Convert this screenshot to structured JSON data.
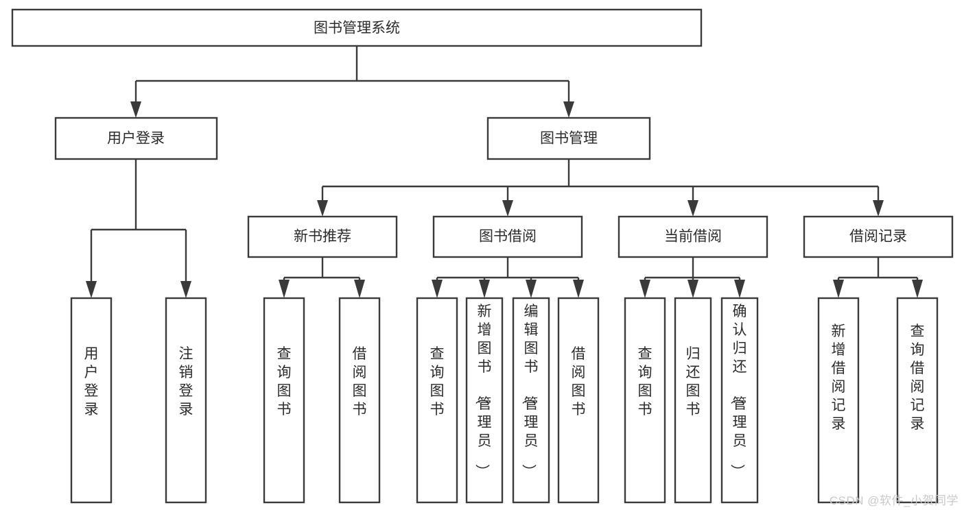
{
  "diagram": {
    "type": "tree-hierarchy-chart",
    "title": "图书管理系统",
    "watermark": "CSDN @软件_小贺同学",
    "colors": {
      "stroke": "#3a3a3a",
      "fill": "#ffffff",
      "text": "#2b2b2b",
      "watermark": "#c9c9c9",
      "background": "#ffffff"
    },
    "levels": {
      "root": {
        "label": "图书管理系统"
      },
      "level2": [
        {
          "label": "用户登录"
        },
        {
          "label": "图书管理"
        }
      ],
      "level3": [
        {
          "label": "新书推荐"
        },
        {
          "label": "图书借阅"
        },
        {
          "label": "当前借阅"
        },
        {
          "label": "借阅记录"
        }
      ],
      "leaves": {
        "user_login": [
          {
            "label": "用户登录"
          },
          {
            "label": "注销登录"
          }
        ],
        "new_book_recommend": [
          {
            "label": "查询图书"
          },
          {
            "label": "借阅图书"
          }
        ],
        "book_borrow": [
          {
            "label": "查询图书"
          },
          {
            "label": "新增图书（管理员）"
          },
          {
            "label": "编辑图书（管理员）"
          },
          {
            "label": "借阅图书"
          }
        ],
        "current_borrow": [
          {
            "label": "查询图书"
          },
          {
            "label": "归还图书"
          },
          {
            "label": "确认归还（管理员）"
          }
        ],
        "borrow_record": [
          {
            "label": "新增借阅记录"
          },
          {
            "label": "查询借阅记录"
          }
        ]
      }
    }
  }
}
